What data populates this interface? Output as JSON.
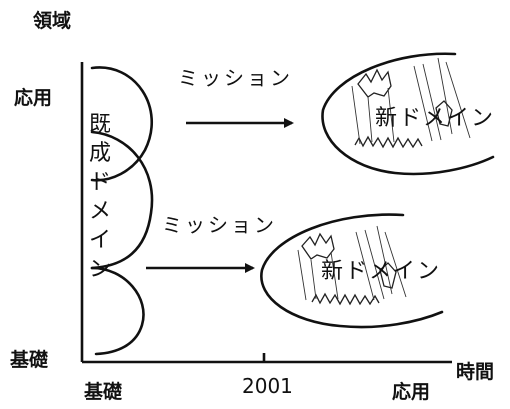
{
  "axes": {
    "y_label": "領域",
    "x_label": "時間",
    "y_ticks": [
      "応用",
      "基礎"
    ],
    "x_ticks": [
      "基礎",
      "2001",
      "応用"
    ]
  },
  "existing_domain_label": [
    "既",
    "成",
    "ド",
    "メ",
    "イ",
    "ン"
  ],
  "missions": [
    {
      "label": "ミッション",
      "target": "新ドメイン"
    },
    {
      "label": "ミッション",
      "target": "新ドメイン"
    }
  ]
}
